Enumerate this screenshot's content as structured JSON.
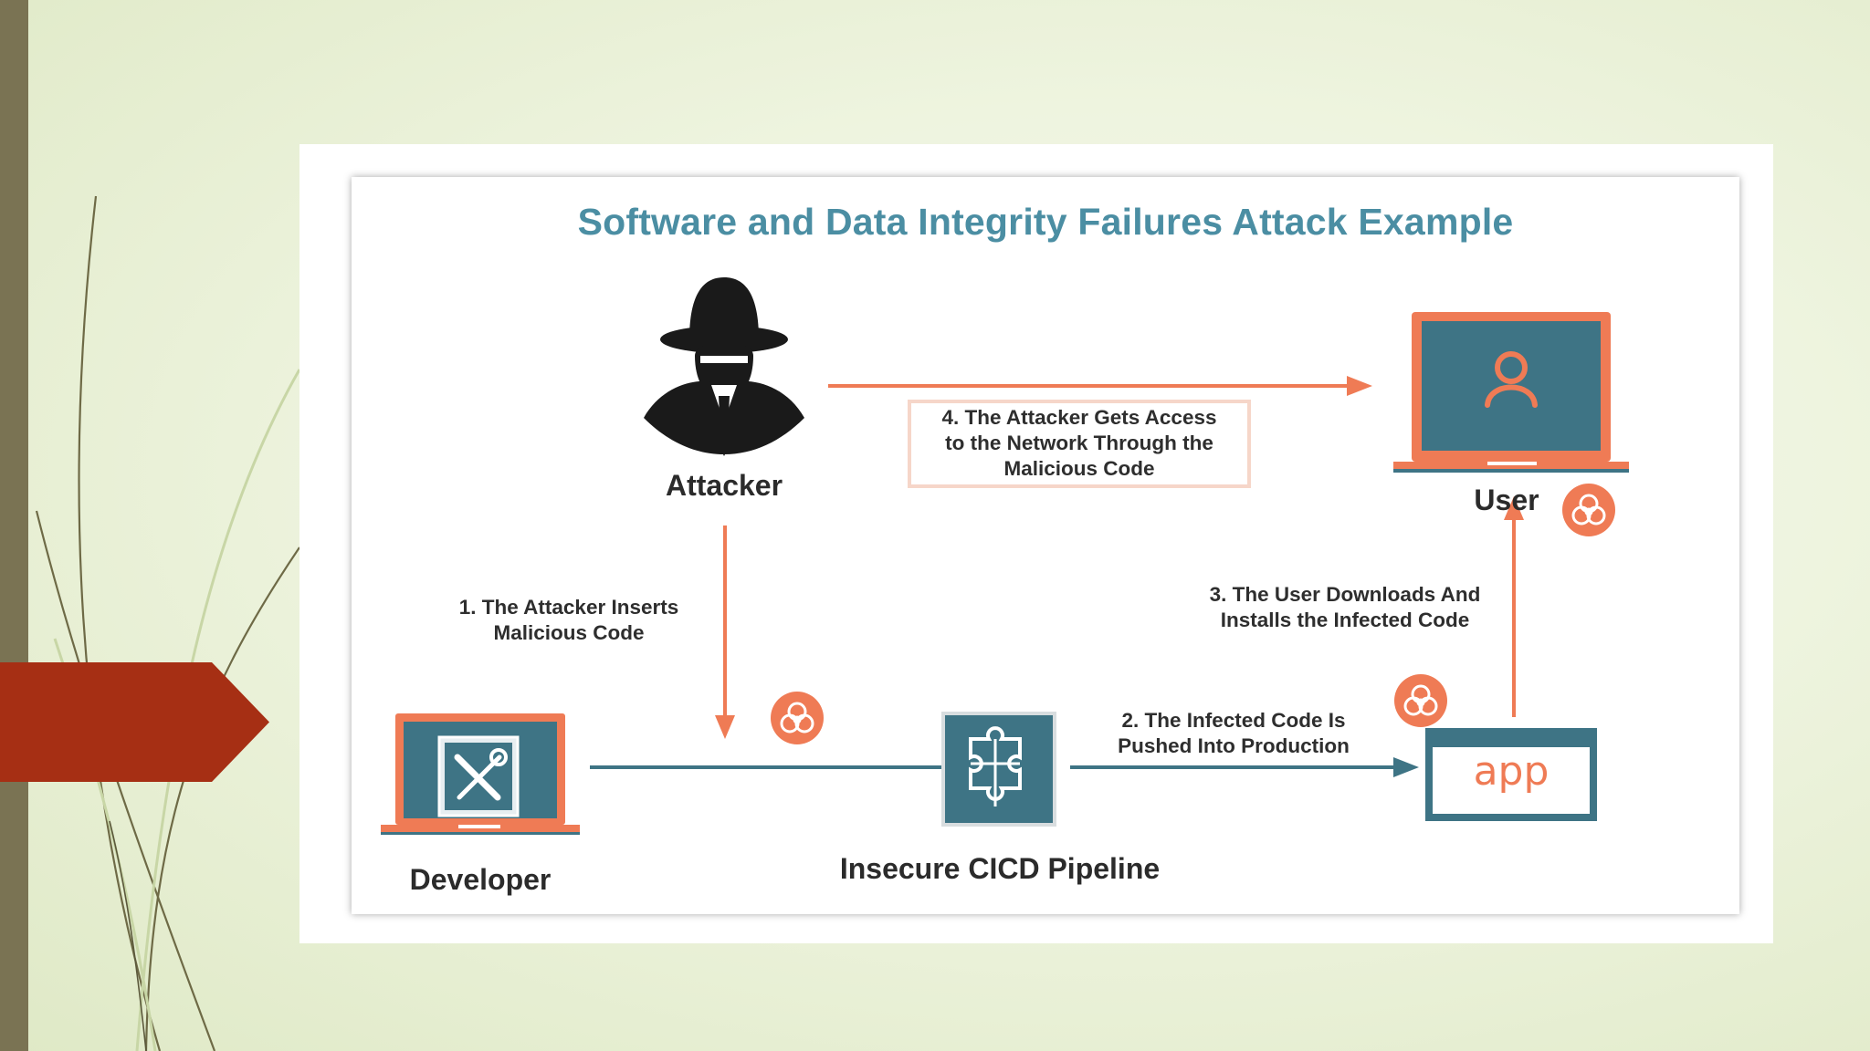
{
  "diagram": {
    "title": "Software and Data Integrity Failures Attack Example",
    "nodes": {
      "attacker": "Attacker",
      "user": "User",
      "developer": "Developer",
      "pipeline": "Insecure CICD Pipeline",
      "app": "app"
    },
    "steps": {
      "step1": [
        "1. The Attacker Inserts",
        "Malicious Code"
      ],
      "step2": [
        "2. The Infected Code Is",
        "Pushed Into Production"
      ],
      "step3": [
        "3. The User Downloads And",
        "Installs the Infected Code"
      ],
      "step4": [
        "4. The Attacker Gets Access",
        "to the Network Through the",
        "Malicious Code"
      ]
    }
  },
  "colors": {
    "accent_orange": "#ef7b55",
    "teal": "#3e7485",
    "title_blue": "#4b8ea3",
    "left_band": "#7a7353",
    "red_tab": "#a62f14"
  },
  "icons": [
    "spy-icon",
    "laptop-user-icon",
    "laptop-tools-icon",
    "puzzle-icon",
    "biohazard-icon",
    "app-window-icon"
  ]
}
